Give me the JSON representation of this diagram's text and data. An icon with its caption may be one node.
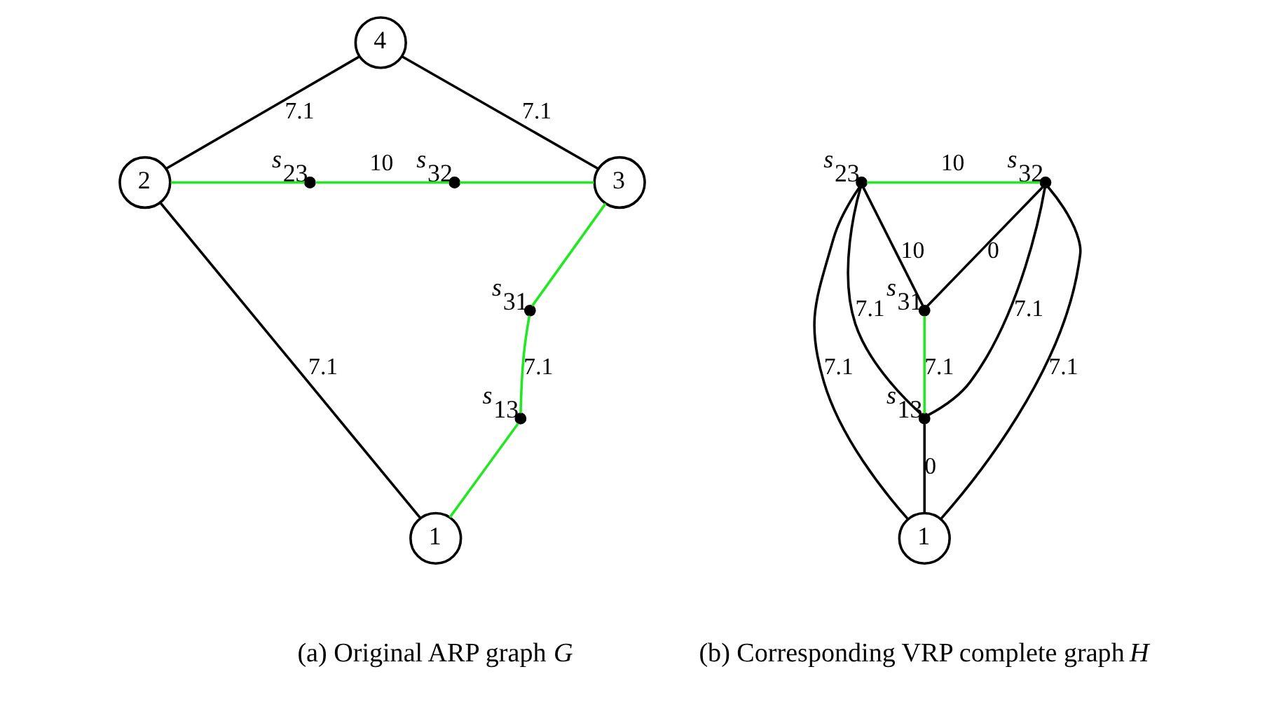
{
  "diagram": {
    "nodes": [
      {
        "text": [
          "4"
        ]
      },
      {
        "text": [
          "2"
        ]
      },
      {
        "text": [],
        "shape": "dot",
        "beside": [
          "*s*$_{23}$"
        ]
      },
      {
        "text": [],
        "shape": "dot",
        "beside": [
          "*s*$_{32}$"
        ]
      },
      {
        "text": [
          "3"
        ]
      },
      {
        "text": [],
        "shape": "dot",
        "beside": [
          "*s*$_{31}$"
        ]
      },
      {
        "text": [],
        "shape": "dot",
        "beside": [
          "*s*$_{13}$"
        ]
      },
      {
        "text": [
          "1"
        ]
      },
      {
        "text": [],
        "shape": "dot",
        "beside": [
          "*s*$_{23}$"
        ]
      },
      {
        "text": [],
        "shape": "dot",
        "beside": [
          "*s*$_{32}$"
        ]
      },
      {
        "text": [],
        "shape": "dot",
        "beside": [
          "*s*$_{31}$"
        ]
      },
      {
        "text": [],
        "shape": "dot",
        "beside": [
          "*s*$_{13}$"
        ]
      },
      {
        "text": [
          "1"
        ]
      }
    ],
    "edges": [
      {
        "from": 1,
        "to": 0,
        "arrow": "none",
        "label": "7.1"
      },
      {
        "from": 0,
        "to": 4,
        "arrow": "none",
        "label": "7.1"
      },
      {
        "from": 1,
        "to": 2,
        "arrow": "none",
        "color": "#22e822"
      },
      {
        "from": 2,
        "to": 3,
        "arrow": "none",
        "label": "10",
        "color": "#22e822"
      },
      {
        "from": 3,
        "to": 4,
        "arrow": "none",
        "color": "#22e822"
      },
      {
        "from": 1,
        "to": 7,
        "arrow": "none",
        "label": "7.1"
      },
      {
        "from": 7,
        "to": 6,
        "arrow": "none",
        "color": "#22e822"
      },
      {
        "from": 6,
        "to": 5,
        "arrow": "none",
        "label": "7.1",
        "color": "#22e822"
      },
      {
        "from": 5,
        "to": 4,
        "arrow": "none",
        "color": "#22e822"
      },
      {
        "from": 8,
        "to": 9,
        "arrow": "none",
        "label": "10",
        "color": "#22e822"
      },
      {
        "from": 8,
        "to": 10,
        "arrow": "none",
        "label": "10"
      },
      {
        "from": 9,
        "to": 10,
        "arrow": "none",
        "label": "0"
      },
      {
        "from": 8,
        "to": 11,
        "arrow": "none",
        "label": "7.1"
      },
      {
        "from": 8,
        "to": 12,
        "arrow": "none",
        "label": "7.1"
      },
      {
        "from": 9,
        "to": 12,
        "arrow": "none",
        "label": "7.1"
      },
      {
        "from": 9,
        "to": 11,
        "arrow": "none",
        "label": "7.1"
      },
      {
        "from": 11,
        "to": 10,
        "arrow": "none",
        "label": "7.1",
        "color": "#22e822"
      },
      {
        "from": 12,
        "to": 11,
        "arrow": "none",
        "label": "0"
      }
    ],
    "labels": [
      "(a) Original ARP graph *G*",
      "(b) Corresponding VRP complete graph *H*"
    ]
  }
}
